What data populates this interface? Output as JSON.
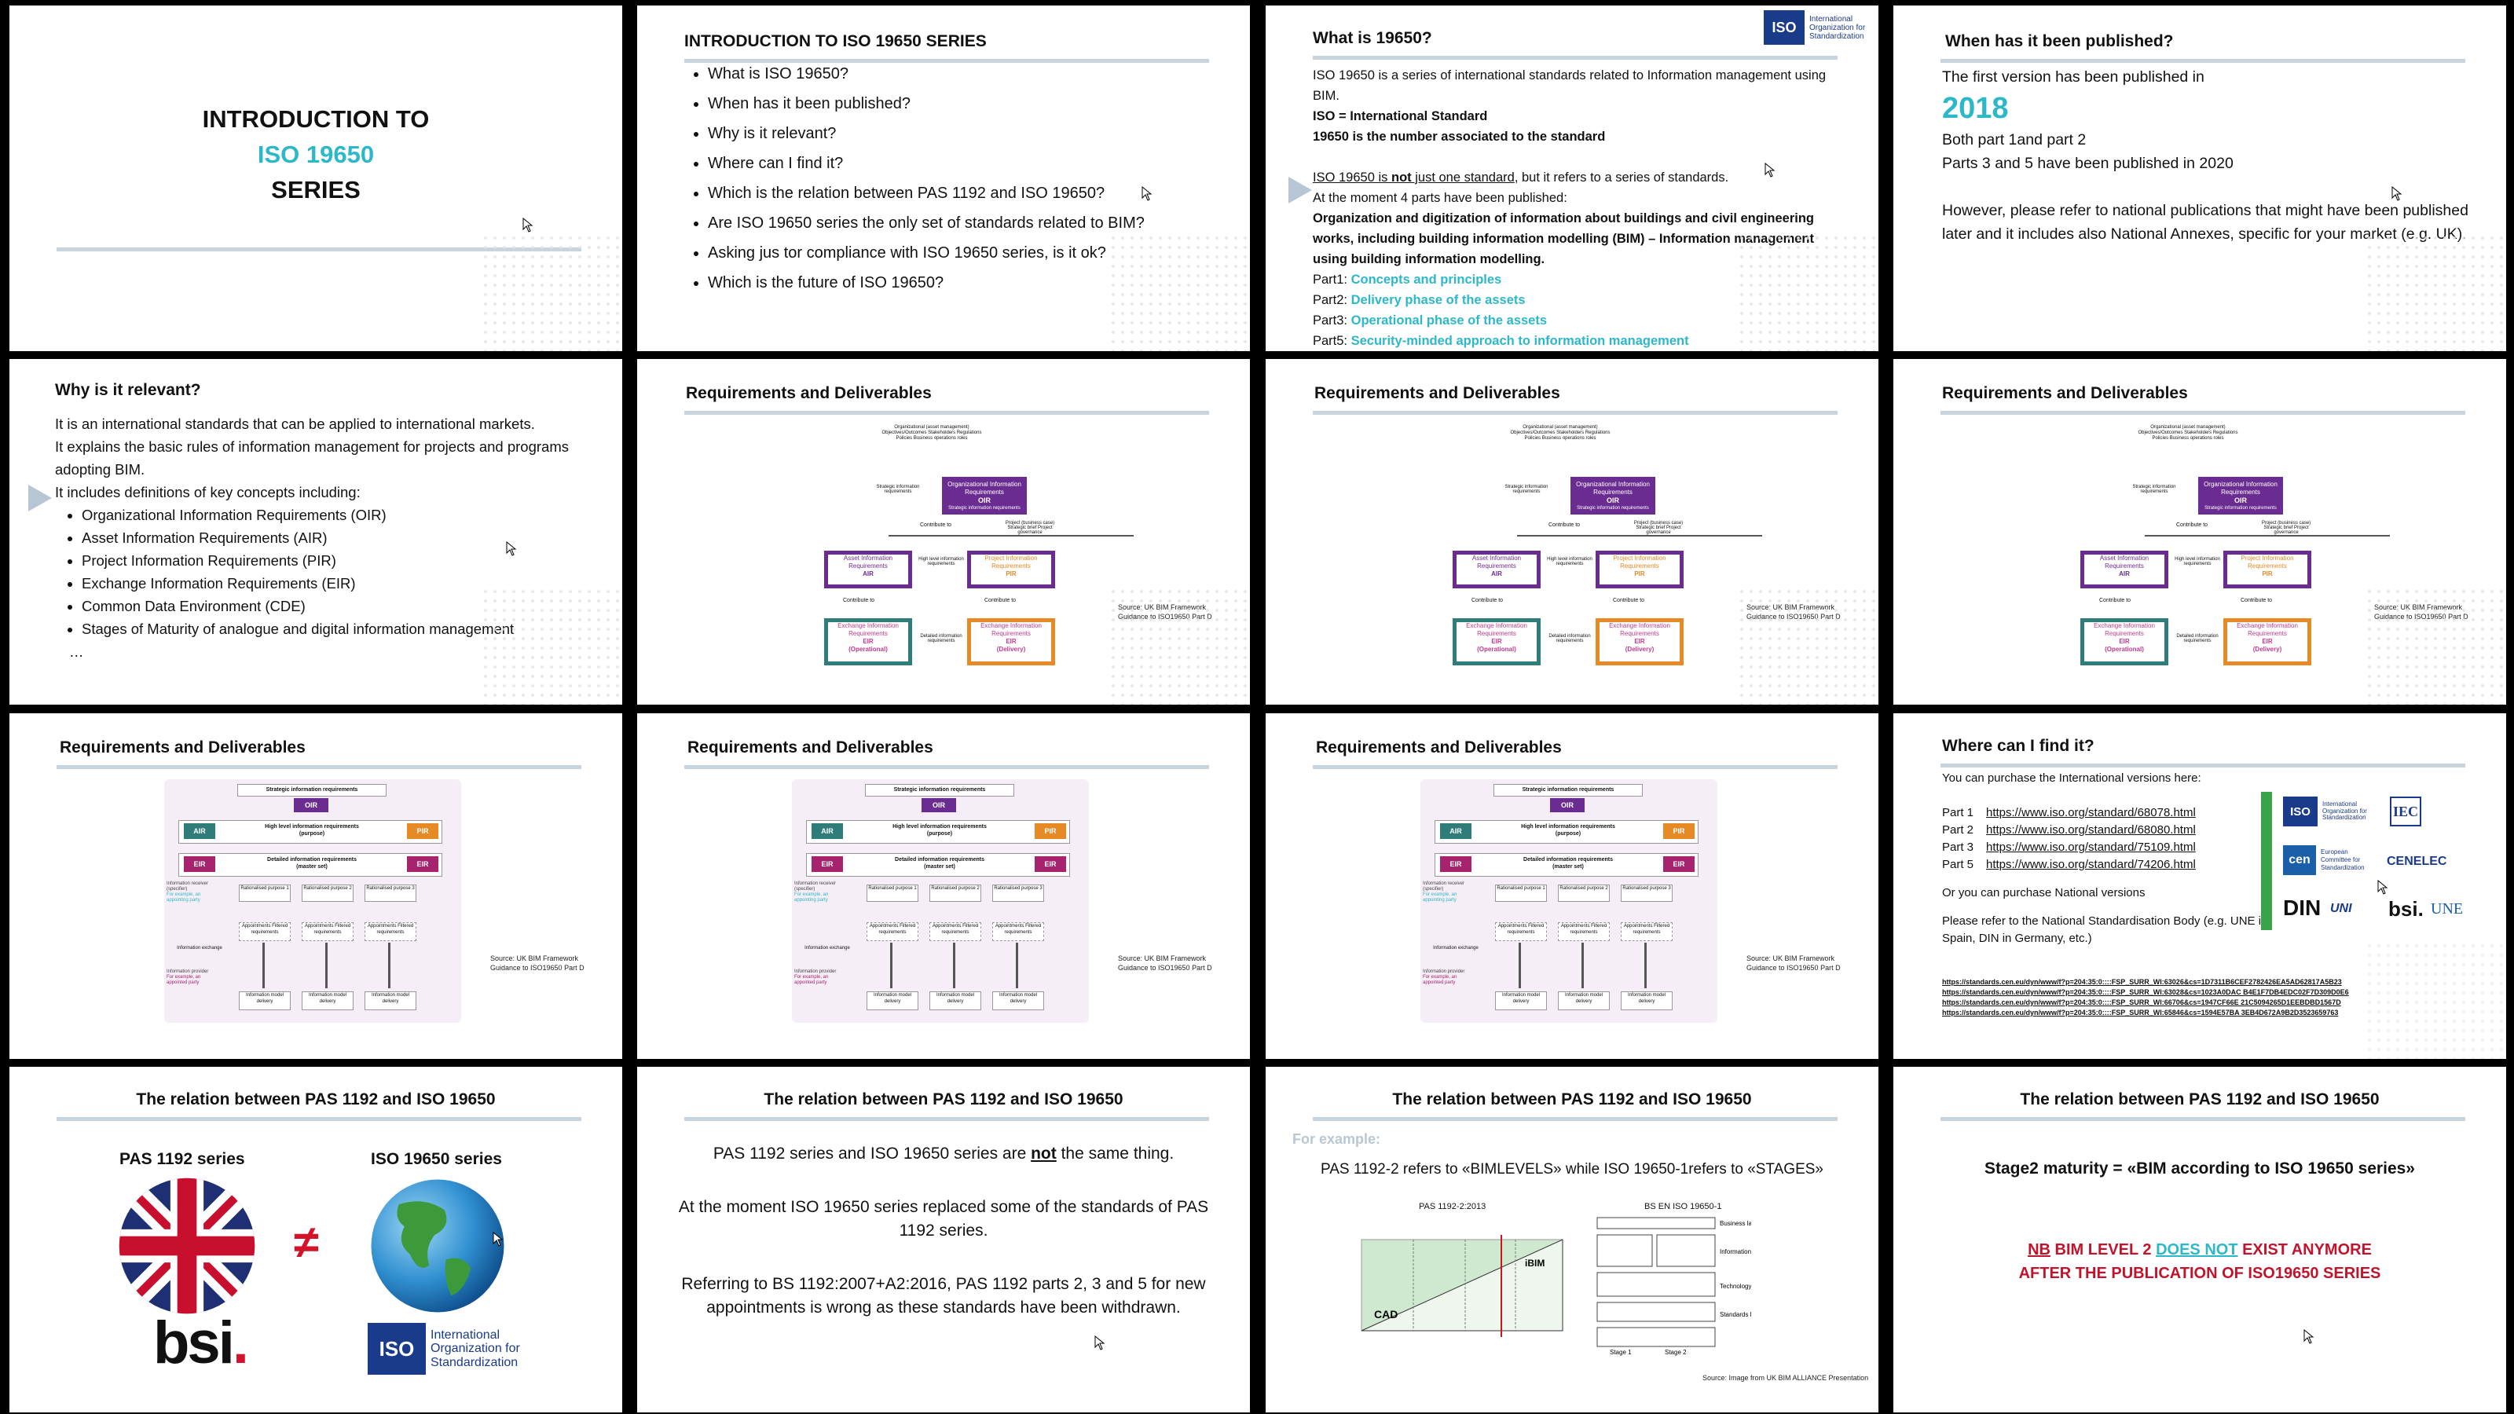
{
  "s1": {
    "line1": "INTRODUCTION TO",
    "line2": "ISO 19650",
    "line3": "SERIES"
  },
  "s2": {
    "title": "INTRODUCTION TO ISO 19650  SERIES",
    "items": [
      "What is ISO 19650?",
      "When has it been published?",
      "Why is it relevant?",
      "Where can I find it?",
      "Which is the relation between PAS 1192 and ISO 19650?",
      "Are ISO 19650 series the only set of standards related to  BIM?",
      "Asking jus tor compliance with ISO 19650 series, is it ok?",
      "Which is the future of ISO 19650?"
    ]
  },
  "s3": {
    "title": "What is 19650?",
    "logo_word": "ISO",
    "logo_text": "International Organization for Standardization",
    "p1": "ISO 19650 is a series of international standards related to Information management using BIM.",
    "p2": "ISO = International Standard",
    "p3": "19650 is the number associated to the standard",
    "p4a": "ISO 19650 is ",
    "p4b": "not",
    "p4c": " just one standard",
    "p4d": ", but it refers to a series of standards.",
    "p5": "At the moment 4 parts have been published:",
    "p6": "Organization and digitization of information about buildings and civil engineering works, including  building information modelling (BIM) – Information management using building information modelling.",
    "parts": [
      {
        "label": "Part1: ",
        "name": "Concepts and principles"
      },
      {
        "label": "Part2: ",
        "name": "Delivery phase of the assets"
      },
      {
        "label": "Part3: ",
        "name": "Operational phase of the assets"
      },
      {
        "label": "Part5: ",
        "name": "Security-minded approach to information management"
      }
    ]
  },
  "s4": {
    "title": "When has it been published?",
    "p1": "The first version has been published in",
    "year": "2018",
    "p2": "Both part 1and part 2",
    "p3": "Parts 3 and 5 have been published in 2020",
    "p4": "However, please refer to national publications that might have been published later and it includes  also National Annexes, specific for your market (e.g. UK)."
  },
  "s5": {
    "title": "Why is it relevant?",
    "p1": "It is an international standards that can be applied to international markets.",
    "p2": "It explains the basic rules of information management for projects and programs adopting BIM.",
    "p3": "It includes definitions of key concepts including:",
    "items": [
      "Organizational Information Requirements (OIR)",
      "Asset Information Requirements (AIR)",
      "Project Information Requirements (PIR)",
      "Exchange Information Requirements (EIR)",
      "Common Data Environment (CDE)",
      "Stages of Maturity of analogue and digital information management"
    ],
    "ellipsis": "…"
  },
  "req": {
    "title": "Requirements and Deliverables",
    "source": "Source: UK BIM Framework Guidance to ISO19650 Part D",
    "top": "Organizational (asset management) Objectives/Outcomes Stakeholders Regulations Policies Business operations roles",
    "oir1": "Organizational Information Requirements",
    "oir2": "OIR",
    "oir3": "Strategic information requirements",
    "side1": "Strategic information requirements",
    "contrib": "Contribute to",
    "pb": "Project (business case) Strategic brief Project governance",
    "air1": "Asset Information Requirements",
    "air2": "AIR",
    "pir1": "Project Information Requirements",
    "pir2": "PIR",
    "hl": "High level information requirements",
    "det": "Detailed information requirements",
    "eir1": "Exchange Information Requirements",
    "eir2": "EIR",
    "eir3": "(Operational)",
    "eir4": "(Delivery)"
  },
  "req2": {
    "sir": "Strategic information requirements",
    "oir": "OIR",
    "air": "AIR",
    "pir": "PIR",
    "hl": "High level information requirements",
    "purpose": "(purpose)",
    "eir": "EIR",
    "det": "Detailed information requirements",
    "master": "(master set)",
    "recv": "Information receiver (specifier)",
    "recv2": "For example, an appointing party",
    "rp": [
      "Rationalised purpose 1",
      "Rationalised purpose 2",
      "Rationalised purpose 3"
    ],
    "ap": [
      "Appointments Filtered requirements",
      "Appointments Filtered requirements",
      "Appointments Filtered requirements"
    ],
    "exch": "Information exchange",
    "prov": "Information provider",
    "prov2": "For example, an appointed party",
    "del": [
      "Information model delivery",
      "Information model delivery",
      "Information model delivery"
    ]
  },
  "s12": {
    "title": "Where can I find it?",
    "p1": "You can purchase the International versions here:",
    "parts": [
      {
        "label": "Part 1",
        "url": "https://www.iso.org/standard/68078.html"
      },
      {
        "label": "Part 2",
        "url": "https://www.iso.org/standard/68080.html"
      },
      {
        "label": "Part 3",
        "url": "https://www.iso.org/standard/75109.html"
      },
      {
        "label": "Part 5",
        "url": "https://www.iso.org/standard/74206.html"
      }
    ],
    "p2": "Or you can purchase National versions",
    "p3": "Please refer to the National Standardisation Body (e.g. UNE in Spain, DIN in Germany, etc.)",
    "urls": [
      "https://standards.cen.eu/dyn/www/f?p=204:35:0::::FSP_SURR_WI:63026&cs=1D7311B6CEF2782426EA5AD62817A5B23",
      "https://standards.cen.eu/dyn/www/f?p=204:35:0::::FSP_SURR_WI:63028&cs=1023A0DAC B4E1F7DB4EDC02F7D309D0E6",
      "https://standards.cen.eu/dyn/www/f?p=204:35:0::::FSP_SURR_WI:66706&cs=1947CF66E 21C5094265D1EEBDBD1567D",
      "https://standards.cen.eu/dyn/www/f?p=204:35:0::::FSP_SURR_WI:65846&cs=1594E57BA 3EB4D672A9B2D3523659763"
    ],
    "logos": {
      "iec": "IEC",
      "cen": "cen",
      "cen_text": "European Committee for Standardization",
      "cenelec": "CENELEC",
      "din": "DIN",
      "uni": "UNI",
      "bsi": "bsi.",
      "une": "UNE"
    }
  },
  "s13": {
    "title": "The relation between PAS 1192 and ISO 19650",
    "left": "PAS 1192 series",
    "right": "ISO 19650 series",
    "neq": "≠",
    "bsi": "bsi",
    "logo_text": "International Organization for Standardization"
  },
  "s14": {
    "title": "The relation between PAS 1192 and ISO 19650",
    "p1a": "PAS 1192 series and ISO 19650 series are ",
    "p1b": "not",
    "p1c": " the same thing.",
    "p2": "At the moment ISO 19650 series replaced some of the standards of PAS 1192 series.",
    "p3": "Referring to BS 1192:2007+A2:2016, PAS 1192 parts 2, 3 and 5 for new appointments is  wrong as these standards have been withdrawn."
  },
  "s15": {
    "title": "The relation between PAS 1192 and ISO 19650",
    "ex": "For example:",
    "p1": "PAS 1192-2 refers to «BIMLEVELS» while ISO 19650-1refers to «STAGES»",
    "lbl1": "PAS 1192-2:2013",
    "lbl2": "BS EN ISO 19650-1",
    "cad": "CAD",
    "bim": "iBIM",
    "layers": [
      "Business layer",
      "Information layer",
      "Technology layer",
      "Standards layer"
    ],
    "stage1": "Stage 1",
    "stage2": "Stage 2",
    "source": "Source: Image from UK BIM ALLIANCE Presentation"
  },
  "s16": {
    "title": "The relation between PAS 1192 and ISO 19650",
    "p1": "Stage2 maturity = «BIM according to ISO 19650 series»",
    "nb": "NB",
    "w1": " BIM LEVEL 2 ",
    "w2": "DOES NOT",
    "w3": " EXIST ANYMORE",
    "w4": "AFTER THE PUBLICATION OF ISO19650 SERIES"
  },
  "colors": {
    "teal": "#2db8c9",
    "purple": "#6b2c91",
    "red": "#c0142c",
    "navy": "#1a3a8a"
  }
}
